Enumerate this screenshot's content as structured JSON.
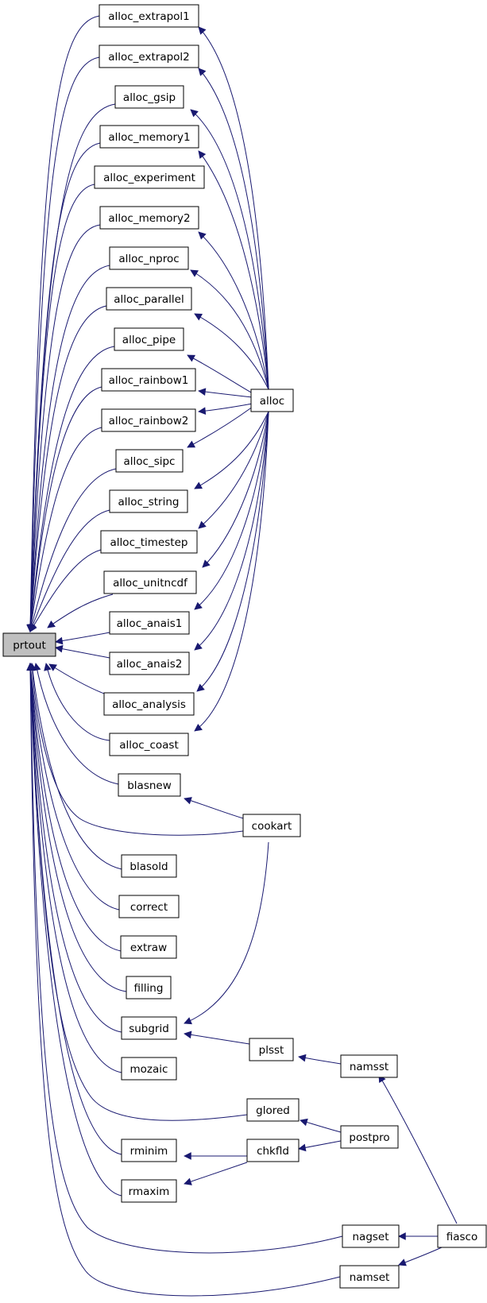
{
  "colors": {
    "edge": "#191970",
    "root_fill": "#bfbfbf",
    "node_fill": "#ffffff",
    "node_stroke": "#000000"
  },
  "nodes": {
    "prtout": "prtout",
    "alloc_extrapol1": "alloc_extrapol1",
    "alloc_extrapol2": "alloc_extrapol2",
    "alloc_gsip": "alloc_gsip",
    "alloc_memory1": "alloc_memory1",
    "alloc_experiment": "alloc_experiment",
    "alloc_memory2": "alloc_memory2",
    "alloc_nproc": "alloc_nproc",
    "alloc_parallel": "alloc_parallel",
    "alloc_pipe": "alloc_pipe",
    "alloc_rainbow1": "alloc_rainbow1",
    "alloc_rainbow2": "alloc_rainbow2",
    "alloc_sipc": "alloc_sipc",
    "alloc_string": "alloc_string",
    "alloc_timestep": "alloc_timestep",
    "alloc_unitncdf": "alloc_unitncdf",
    "alloc_anais1": "alloc_anais1",
    "alloc_anais2": "alloc_anais2",
    "alloc_analysis": "alloc_analysis",
    "alloc_coast": "alloc_coast",
    "alloc": "alloc",
    "blasnew": "blasnew",
    "cookart": "cookart",
    "blasold": "blasold",
    "correct": "correct",
    "extraw": "extraw",
    "filling": "filling",
    "subgrid": "subgrid",
    "plsst": "plsst",
    "namsst": "namsst",
    "mozaic": "mozaic",
    "glored": "glored",
    "postpro": "postpro",
    "rminim": "rminim",
    "chkfld": "chkfld",
    "rmaxim": "rmaxim",
    "nagset": "nagset",
    "fiasco": "fiasco",
    "namset": "namset"
  },
  "edges": [
    [
      "alloc_extrapol1",
      "prtout"
    ],
    [
      "alloc_extrapol2",
      "prtout"
    ],
    [
      "alloc_gsip",
      "prtout"
    ],
    [
      "alloc_memory1",
      "prtout"
    ],
    [
      "alloc_experiment",
      "prtout"
    ],
    [
      "alloc_memory2",
      "prtout"
    ],
    [
      "alloc_nproc",
      "prtout"
    ],
    [
      "alloc_parallel",
      "prtout"
    ],
    [
      "alloc_pipe",
      "prtout"
    ],
    [
      "alloc_rainbow1",
      "prtout"
    ],
    [
      "alloc_rainbow2",
      "prtout"
    ],
    [
      "alloc_sipc",
      "prtout"
    ],
    [
      "alloc_string",
      "prtout"
    ],
    [
      "alloc_timestep",
      "prtout"
    ],
    [
      "alloc_unitncdf",
      "prtout"
    ],
    [
      "alloc_anais1",
      "prtout"
    ],
    [
      "alloc_anais2",
      "prtout"
    ],
    [
      "alloc_analysis",
      "prtout"
    ],
    [
      "alloc_coast",
      "prtout"
    ],
    [
      "blasnew",
      "prtout"
    ],
    [
      "cookart",
      "prtout"
    ],
    [
      "blasold",
      "prtout"
    ],
    [
      "correct",
      "prtout"
    ],
    [
      "extraw",
      "prtout"
    ],
    [
      "filling",
      "prtout"
    ],
    [
      "subgrid",
      "prtout"
    ],
    [
      "mozaic",
      "prtout"
    ],
    [
      "glored",
      "prtout"
    ],
    [
      "rminim",
      "prtout"
    ],
    [
      "rmaxim",
      "prtout"
    ],
    [
      "nagset",
      "prtout"
    ],
    [
      "namset",
      "prtout"
    ],
    [
      "alloc",
      "alloc_extrapol1"
    ],
    [
      "alloc",
      "alloc_extrapol2"
    ],
    [
      "alloc",
      "alloc_gsip"
    ],
    [
      "alloc",
      "alloc_memory1"
    ],
    [
      "alloc",
      "alloc_memory2"
    ],
    [
      "alloc",
      "alloc_nproc"
    ],
    [
      "alloc",
      "alloc_parallel"
    ],
    [
      "alloc",
      "alloc_pipe"
    ],
    [
      "alloc",
      "alloc_rainbow1"
    ],
    [
      "alloc",
      "alloc_rainbow2"
    ],
    [
      "alloc",
      "alloc_sipc"
    ],
    [
      "alloc",
      "alloc_string"
    ],
    [
      "alloc",
      "alloc_timestep"
    ],
    [
      "alloc",
      "alloc_unitncdf"
    ],
    [
      "alloc",
      "alloc_anais1"
    ],
    [
      "alloc",
      "alloc_anais2"
    ],
    [
      "alloc",
      "alloc_analysis"
    ],
    [
      "alloc",
      "alloc_coast"
    ],
    [
      "cookart",
      "blasnew"
    ],
    [
      "cookart",
      "subgrid"
    ],
    [
      "plsst",
      "subgrid"
    ],
    [
      "namsst",
      "plsst"
    ],
    [
      "fiasco",
      "namsst"
    ],
    [
      "postpro",
      "glored"
    ],
    [
      "postpro",
      "chkfld"
    ],
    [
      "chkfld",
      "rminim"
    ],
    [
      "chkfld",
      "rmaxim"
    ],
    [
      "fiasco",
      "nagset"
    ],
    [
      "fiasco",
      "namset"
    ]
  ]
}
